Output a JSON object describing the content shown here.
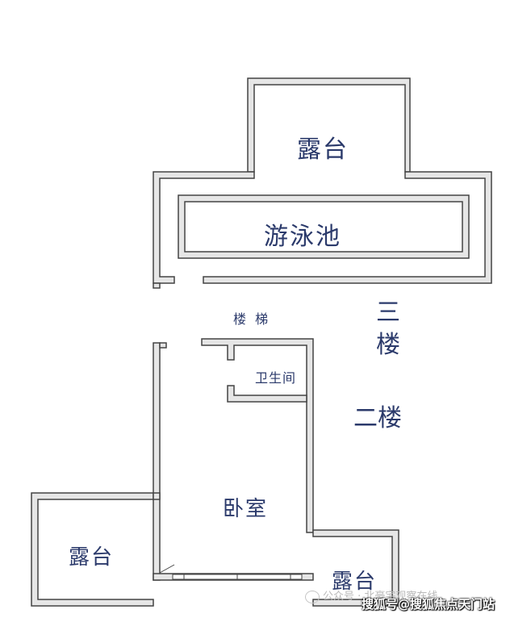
{
  "rooms": {
    "top_terrace": "露台",
    "pool": "游泳池",
    "stairs": "楼 梯",
    "bathroom": "卫生间",
    "bedroom": "卧室",
    "left_terrace": "露台",
    "right_terrace": "露台"
  },
  "floors": {
    "third_line1": "三",
    "third_line2": "楼",
    "second": "二楼"
  },
  "watermark": {
    "text": "公众号 · 北豪宅观察在线",
    "source": "搜狐号@搜狐焦点天门站"
  },
  "colors": {
    "wall_outer": "#444444",
    "wall_fill": "#e6e6e6",
    "label": "#2b3a6b"
  }
}
